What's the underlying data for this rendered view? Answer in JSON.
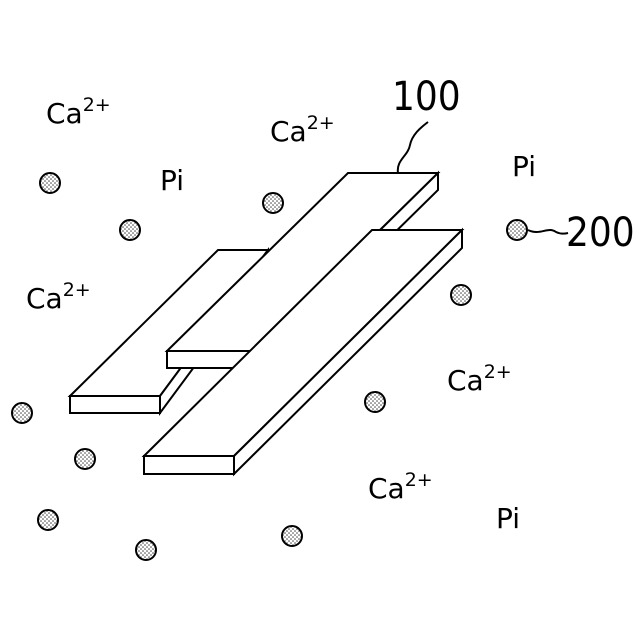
{
  "labels": {
    "calcium_ion": "Ca",
    "calcium_charge": "2+",
    "phosphate_ion": "Pi",
    "plate_ref": "100",
    "particle_ref": "200"
  }
}
